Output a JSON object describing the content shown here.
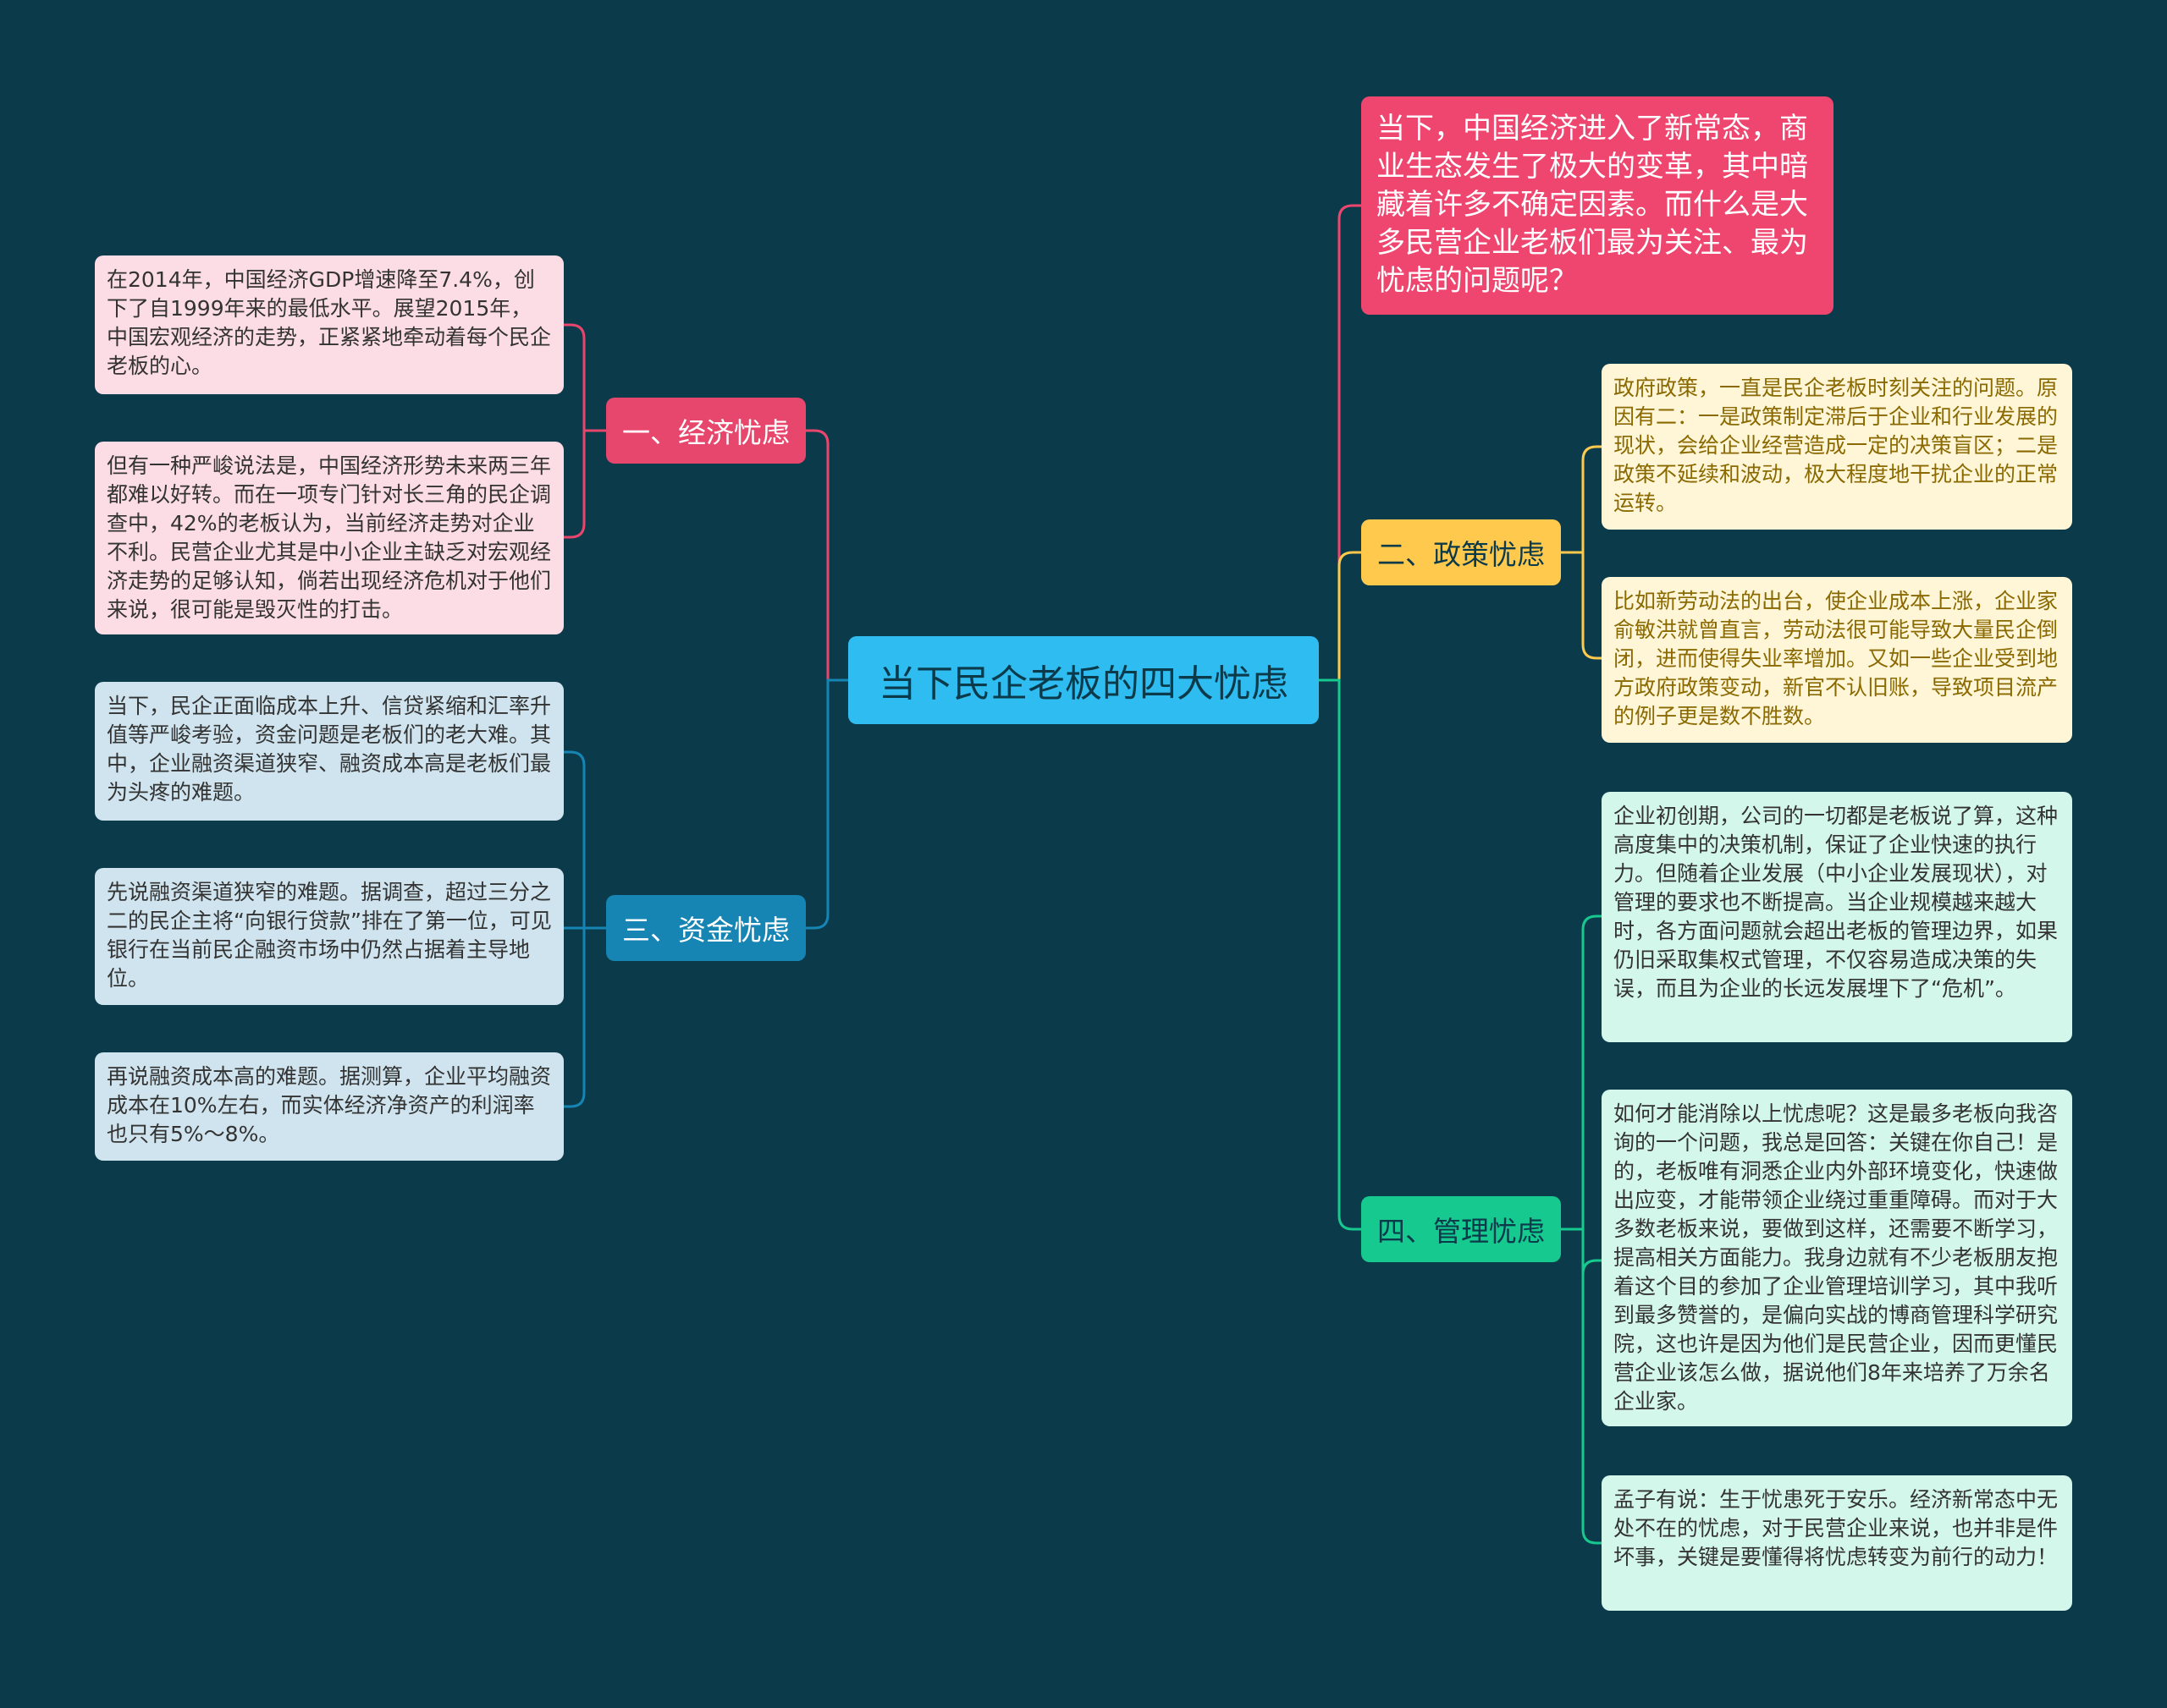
{
  "root": {
    "label": "当下民企老板的四大忧虑"
  },
  "intro": {
    "text": "当下，中国经济进入了新常态，商业生态发生了极大的变革，其中暗藏着许多不确定因素。而什么是大多民营企业老板们最为关注、最为忧虑的问题呢？"
  },
  "branches": {
    "economy": {
      "label": "一、经济忧虑",
      "leaves": [
        "在2014年，中国经济GDP增速降至7.4%，创下了自1999年来的最低水平。展望2015年，中国宏观经济的走势，正紧紧地牵动着每个民企老板的心。",
        "但有一种严峻说法是，中国经济形势未来两三年都难以好转。而在一项专门针对长三角的民企调查中，42%的老板认为，当前经济走势对企业不利。民营企业尤其是中小企业主缺乏对宏观经济走势的足够认知，倘若出现经济危机对于他们来说，很可能是毁灭性的打击。"
      ]
    },
    "policy": {
      "label": "二、政策忧虑",
      "leaves": [
        "政府政策，一直是民企老板时刻关注的问题。原因有二：一是政策制定滞后于企业和行业发展的现状，会给企业经营造成一定的决策盲区；二是政策不延续和波动，极大程度地干扰企业的正常运转。",
        "比如新劳动法的出台，使企业成本上涨，企业家俞敏洪就曾直言，劳动法很可能导致大量民企倒闭，进而使得失业率增加。又如一些企业受到地方政府政策变动，新官不认旧账，导致项目流产的例子更是数不胜数。"
      ]
    },
    "capital": {
      "label": "三、资金忧虑",
      "leaves": [
        "当下，民企正面临成本上升、信贷紧缩和汇率升值等严峻考验，资金问题是老板们的老大难。其中，企业融资渠道狭窄、融资成本高是老板们最为头疼的难题。",
        "先说融资渠道狭窄的难题。据调查，超过三分之二的民企主将“向银行贷款”排在了第一位，可见银行在当前民企融资市场中仍然占据着主导地位。",
        "再说融资成本高的难题。据测算，企业平均融资成本在10%左右，而实体经济净资产的利润率也只有5%～8%。"
      ]
    },
    "management": {
      "label": "四、管理忧虑",
      "leaves": [
        "企业初创期，公司的一切都是老板说了算，这种高度集中的决策机制，保证了企业快速的执行力。但随着企业发展（中小企业发展现状），对管理的要求也不断提高。当企业规模越来越大时，各方面问题就会超出老板的管理边界，如果仍旧采取集权式管理，不仅容易造成决策的失误，而且为企业的长远发展埋下了“危机”。",
        "如何才能消除以上忧虑呢？这是最多老板向我咨询的一个问题，我总是回答：关键在你自己！是的，老板唯有洞悉企业内外部环境变化，快速做出应变，才能带领企业绕过重重障碍。而对于大多数老板来说，要做到这样，还需要不断学习，提高相关方面能力。我身边就有不少老板朋友抱着这个目的参加了企业管理培训学习，其中我听到最多赞誉的，是偏向实战的博商管理科学研究院，这也许是因为他们是民营企业，因而更懂民营企业该怎么做，据说他们8年来培养了万余名企业家。",
        "孟子有说：生于忧患死于安乐。经济新常态中无处不在的忧虑，对于民营企业来说，也并非是件坏事，关键是要懂得将忧虑转变为前行的动力！"
      ]
    }
  },
  "colors": {
    "background": "#0b3a4a",
    "economy": "#e8476d",
    "policy": "#ffc94d",
    "capital": "#1685b4",
    "management": "#16c98f",
    "intro": "#ef4670",
    "root": "#2fbcf0"
  }
}
